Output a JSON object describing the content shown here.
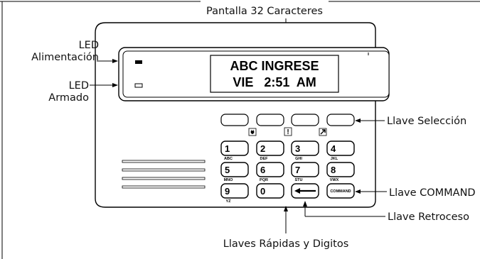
{
  "labels": {
    "pantalla": "Pantalla 32 Caracteres",
    "led_alim_1": "LED",
    "led_alim_2": "Alimentación",
    "led_armado_1": "LED",
    "led_armado_2": "Armado",
    "llave_seleccion": "Llave Selección",
    "llave_command": "Llave COMMAND",
    "llave_retroceso": "Llave Retroceso",
    "llaves_rapidas": "Llaves Rápidas y Digitos"
  },
  "display": {
    "line1": "ABC INGRESE",
    "line2": "VIE   2:51  AM"
  },
  "keypad": {
    "function_icons": [
      "fire-icon",
      "exclamation-icon",
      "medical-icon"
    ],
    "exclamation_glyph": "!",
    "keys": [
      {
        "num": "1",
        "sub": "ABC"
      },
      {
        "num": "2",
        "sub": "DEF"
      },
      {
        "num": "3",
        "sub": "GHI"
      },
      {
        "num": "4",
        "sub": "JKL"
      },
      {
        "num": "5",
        "sub": "MNO"
      },
      {
        "num": "6",
        "sub": "PQR"
      },
      {
        "num": "7",
        "sub": "STU"
      },
      {
        "num": "8",
        "sub": "VWX"
      },
      {
        "num": "9",
        "sub": "YZ"
      },
      {
        "num": "0",
        "sub": ""
      }
    ],
    "command_label": "COMMAND"
  },
  "colors": {
    "line": "#000000",
    "panel": "#ffffff",
    "led": "#000000"
  }
}
